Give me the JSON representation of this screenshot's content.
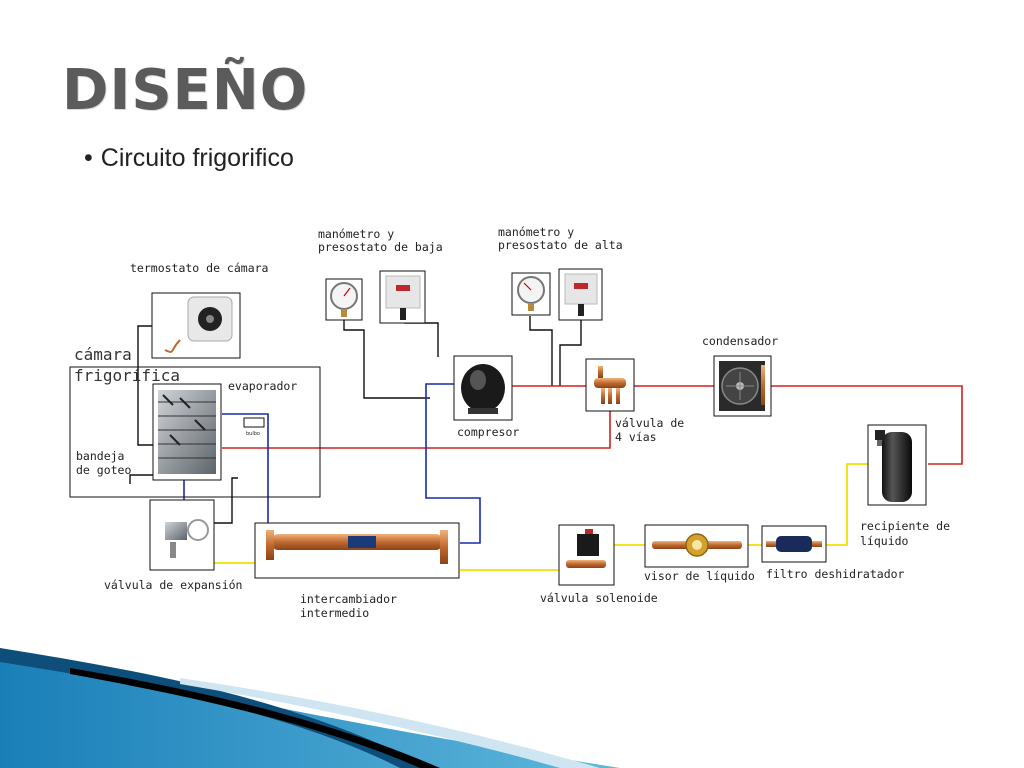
{
  "slide": {
    "title": "DISEÑO",
    "bullet": "Circuito frigorifico"
  },
  "diagram": {
    "labels": {
      "termostato": "termostato de cámara",
      "camara_line1": "cámara",
      "camara_line2": "frigorífica",
      "evaporador": "evaporador",
      "bandeja_line1": "bandeja",
      "bandeja_line2": "de goteo",
      "bulbo": "bulbo",
      "manometro_baja_line1": "manómetro y",
      "manometro_baja_line2": "presostato de baja",
      "manometro_alta_line1": "manómetro y",
      "manometro_alta_line2": "presostato de alta",
      "compresor": "compresor",
      "valvula4_line1": "válvula de",
      "valvula4_line2": "4 vías",
      "condensador": "condensador",
      "recipiente_line1": "recipiente de",
      "recipiente_line2": "líquido",
      "valvula_expansion": "válvula de expansión",
      "intercambiador_line1": "intercambiador",
      "intercambiador_line2": "intermedio",
      "valvula_solenoide": "válvula solenoide",
      "visor": "visor de líquido",
      "filtro": "filtro deshidratador"
    },
    "colors": {
      "red_line": "#d42020",
      "blue_line": "#1a2aa8",
      "yellow_line": "#f0e000",
      "black_line": "#111111"
    }
  }
}
